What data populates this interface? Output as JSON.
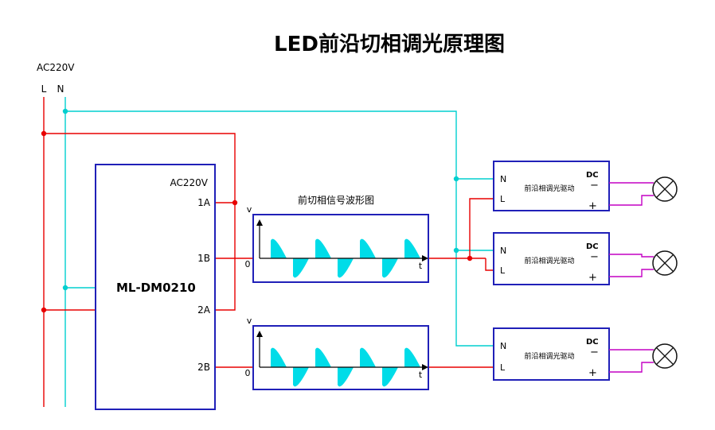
{
  "title": "LED前沿切相调光原理图",
  "supply": {
    "voltage": "AC220V",
    "live": "L",
    "neutral": "N"
  },
  "dimmer": {
    "model": "ML-DM0210",
    "input_label": "AC220V",
    "terminals": {
      "t1a": "1A",
      "t1b": "1B",
      "t2a": "2A",
      "t2b": "2B"
    }
  },
  "waveform": {
    "title": "前切相信号波形图",
    "v_label": "v",
    "zero_label": "0",
    "t_label": "t"
  },
  "driver": {
    "name": "前沿相调光驱动",
    "neutral": "N",
    "live": "L",
    "dc_label": "DC",
    "minus": "−",
    "plus": "+"
  },
  "colors": {
    "live": "#e80000",
    "neutral": "#00cfcf",
    "dc": "#c400c4",
    "boxline": "#2020b8",
    "wave": "#00dce8"
  }
}
